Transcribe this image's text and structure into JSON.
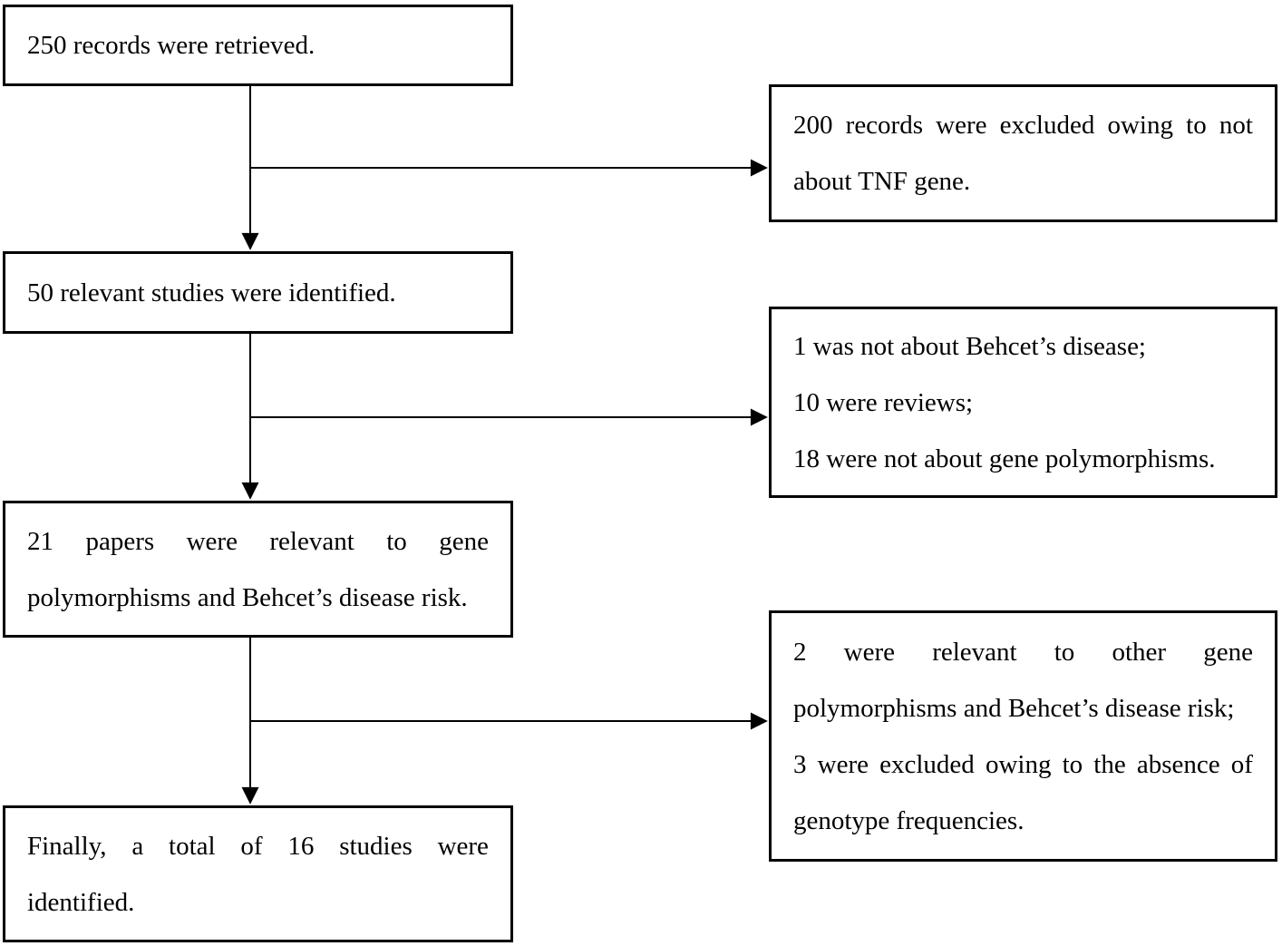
{
  "colors": {
    "border": "#000000",
    "text": "#000000",
    "arrow": "#000000",
    "background": "#ffffff"
  },
  "boxes": {
    "left1": {
      "lines": [
        "250 records were retrieved."
      ]
    },
    "right1": {
      "lines": [
        "200 records were excluded owing to not",
        "about TNF gene."
      ]
    },
    "left2": {
      "lines": [
        "50 relevant studies were identified."
      ]
    },
    "right2": {
      "lines": [
        "1 was not about Behcet’s disease;",
        "10 were reviews;",
        "18 were not about gene polymorphisms."
      ]
    },
    "left3": {
      "lines": [
        "21 papers were relevant to gene",
        "polymorphisms and Behcet’s disease risk."
      ]
    },
    "right3": {
      "lines": [
        "2 were relevant to other gene",
        "polymorphisms and Behcet’s disease risk;",
        "3 were excluded owing to the absence of",
        "genotype frequencies."
      ]
    },
    "left4": {
      "lines": [
        "Finally, a total of 16 studies were",
        "identified."
      ]
    }
  }
}
